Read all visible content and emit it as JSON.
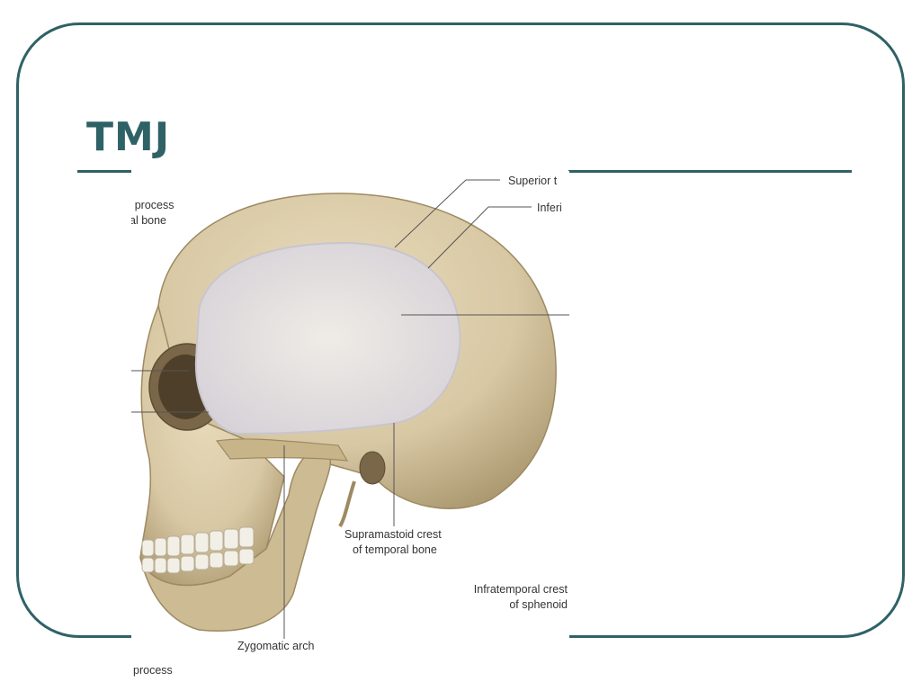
{
  "slide": {
    "title": "TMJ",
    "theme_color": "#2f6266"
  },
  "figure": {
    "labels": {
      "superior_temporal_line": "Superior t",
      "inferior_temporal_line": "Inferi",
      "process_line1": "c process",
      "process_line2": "al bone",
      "supramastoid_line1": "Supramastoid crest",
      "supramastoid_line2": "of temporal bone",
      "infratemporal_line1": "Infratemporal crest",
      "infratemporal_line2": "of sphenoid",
      "zygomatic_arch": "Zygomatic arch",
      "process_bottom": "process"
    },
    "colors": {
      "bone": "#d8c8a4",
      "bone_shadow": "#a8956c",
      "fossa": "#e6e2dc",
      "leader": "#555555"
    }
  }
}
